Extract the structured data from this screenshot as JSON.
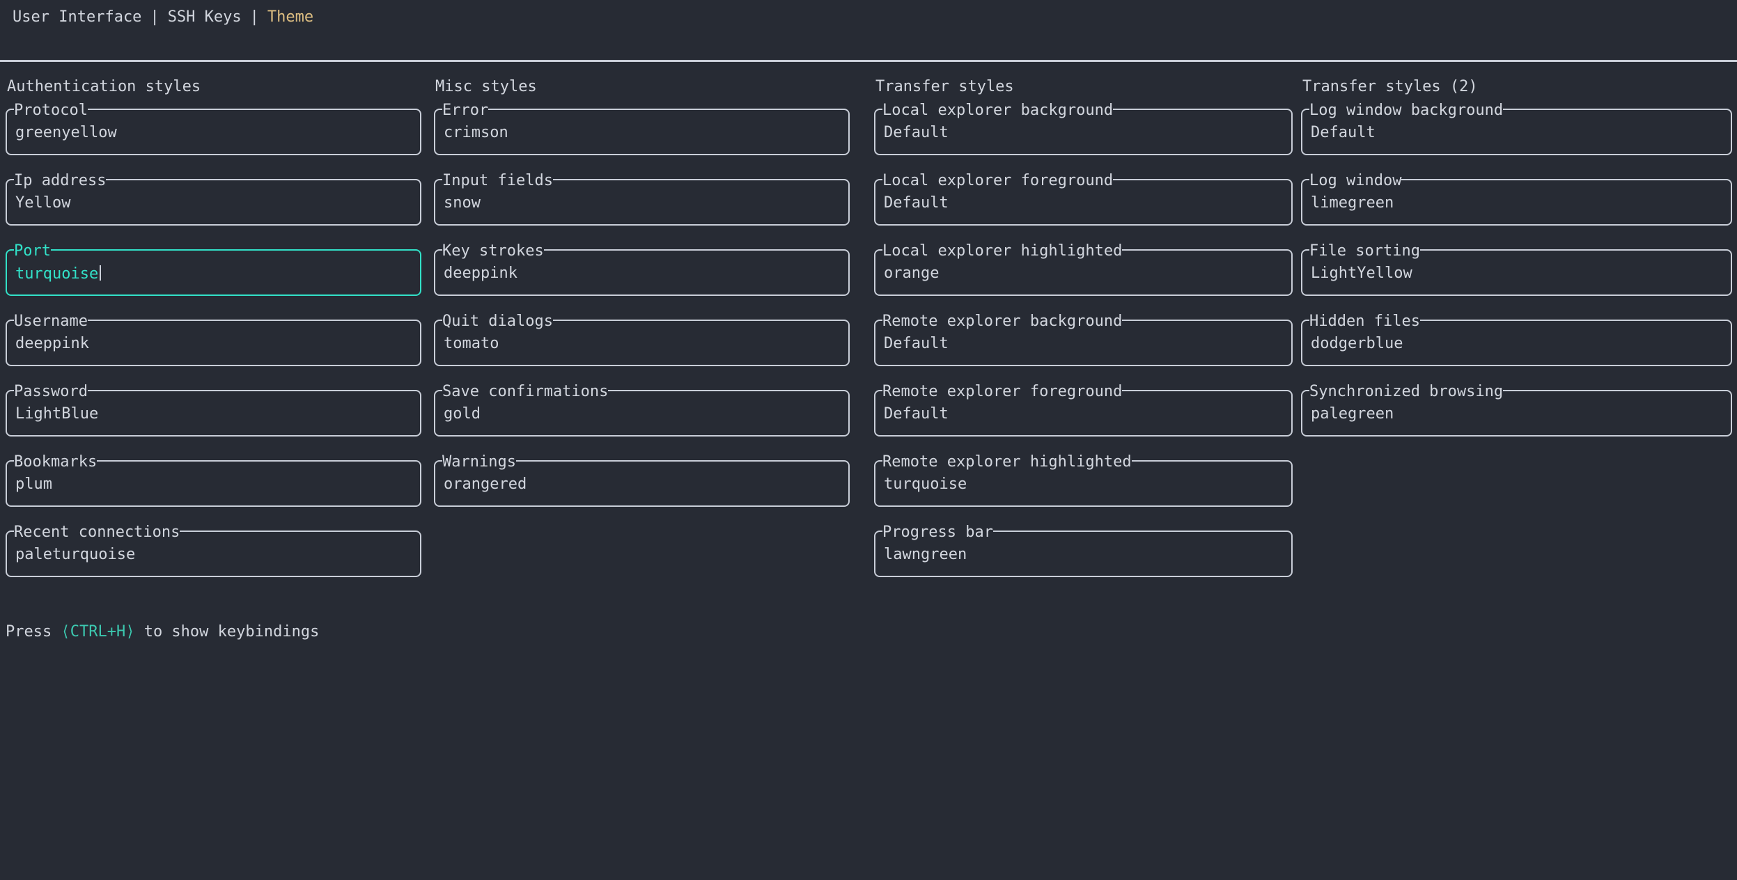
{
  "colors": {
    "background": "#272b34",
    "foreground": "#d2d6de",
    "border": "#c9ced8",
    "focus_accent": "#32e1c8",
    "active_tab": "#ddbe82",
    "help_key": "#3cc8af",
    "cursor": "#ccd1da"
  },
  "tabs": {
    "separator": "|",
    "items": [
      {
        "label": "User Interface",
        "active": false
      },
      {
        "label": "SSH Keys",
        "active": false
      },
      {
        "label": "Theme",
        "active": true
      }
    ]
  },
  "columns": [
    {
      "title": "Authentication styles",
      "fields": [
        {
          "label": "Protocol",
          "value": "greenyellow",
          "focused": false
        },
        {
          "label": "Ip address",
          "value": "Yellow",
          "focused": false
        },
        {
          "label": "Port",
          "value": "turquoise",
          "focused": true
        },
        {
          "label": "Username",
          "value": "deeppink",
          "focused": false
        },
        {
          "label": "Password",
          "value": "LightBlue",
          "focused": false
        },
        {
          "label": "Bookmarks",
          "value": "plum",
          "focused": false
        },
        {
          "label": "Recent connections",
          "value": "paleturquoise",
          "focused": false
        }
      ]
    },
    {
      "title": "Misc styles",
      "fields": [
        {
          "label": "Error",
          "value": "crimson",
          "focused": false
        },
        {
          "label": "Input fields",
          "value": "snow",
          "focused": false
        },
        {
          "label": "Key strokes",
          "value": "deeppink",
          "focused": false
        },
        {
          "label": "Quit dialogs",
          "value": "tomato",
          "focused": false
        },
        {
          "label": "Save confirmations",
          "value": "gold",
          "focused": false
        },
        {
          "label": "Warnings",
          "value": "orangered",
          "focused": false
        }
      ]
    },
    {
      "title": "Transfer styles",
      "fields": [
        {
          "label": "Local explorer background",
          "value": "Default",
          "focused": false
        },
        {
          "label": "Local explorer foreground",
          "value": "Default",
          "focused": false
        },
        {
          "label": "Local explorer highlighted",
          "value": "orange",
          "focused": false
        },
        {
          "label": "Remote explorer background",
          "value": "Default",
          "focused": false
        },
        {
          "label": "Remote explorer foreground",
          "value": "Default",
          "focused": false
        },
        {
          "label": "Remote explorer highlighted",
          "value": "turquoise",
          "focused": false
        },
        {
          "label": "Progress bar",
          "value": "lawngreen",
          "focused": false
        }
      ]
    },
    {
      "title": "Transfer styles (2)",
      "fields": [
        {
          "label": "Log window background",
          "value": "Default",
          "focused": false
        },
        {
          "label": "Log window",
          "value": "limegreen",
          "focused": false
        },
        {
          "label": "File sorting",
          "value": "LightYellow",
          "focused": false
        },
        {
          "label": "Hidden files",
          "value": "dodgerblue",
          "focused": false
        },
        {
          "label": "Synchronized browsing",
          "value": "palegreen",
          "focused": false
        }
      ]
    }
  ],
  "help": {
    "prefix": "Press ",
    "key": "⟨CTRL+H⟩",
    "suffix": " to show keybindings"
  },
  "focused_field": "Port"
}
